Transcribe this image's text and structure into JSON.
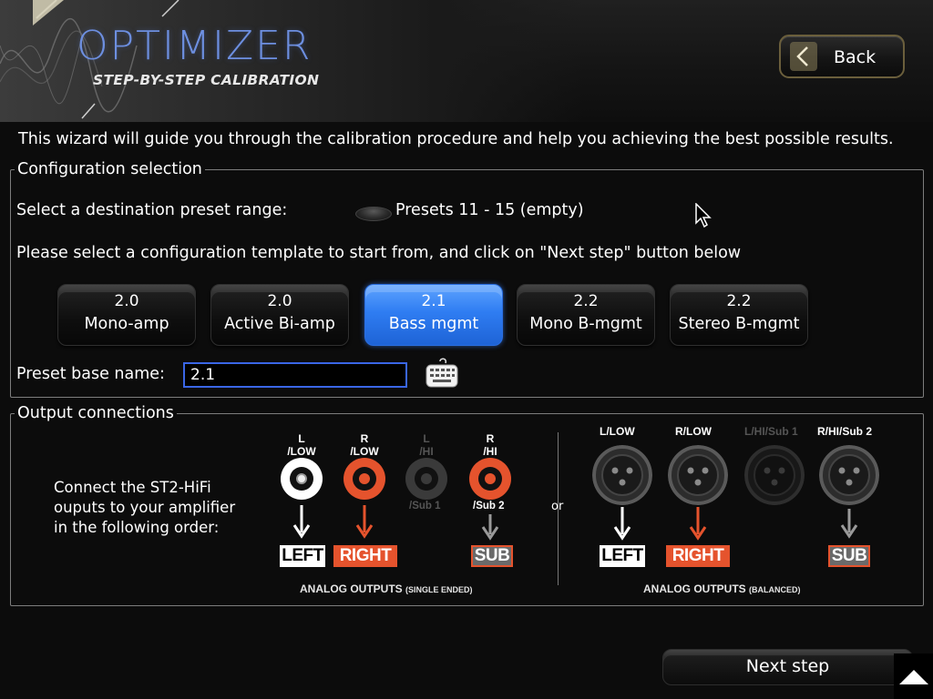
{
  "header": {
    "title": "OPTIMIZER",
    "subtitle": "STEP-BY-STEP CALIBRATION",
    "back_label": "Back"
  },
  "intro": "This wizard will guide you through the calibration procedure and help you achieving the best possible results.",
  "config": {
    "legend": "Configuration selection",
    "destination_label": "Select a destination preset range:",
    "destination_value": "Presets 11 - 15 (empty)",
    "template_prompt": "Please select a configuration template to start from, and click on \"Next step\" button below",
    "templates": [
      {
        "code": "2.0",
        "name": "Mono-amp",
        "selected": false
      },
      {
        "code": "2.0",
        "name": "Active Bi-amp",
        "selected": false
      },
      {
        "code": "2.1",
        "name": "Bass mgmt",
        "selected": true
      },
      {
        "code": "2.2",
        "name": "Mono B-mgmt",
        "selected": false
      },
      {
        "code": "2.2",
        "name": "Stereo B-mgmt",
        "selected": false
      }
    ],
    "preset_name_label": "Preset base name:",
    "preset_name_value": "2.1"
  },
  "outputs": {
    "legend": "Output connections",
    "instruction": "Connect the  ST2-HiFi\nouputs to your amplifier\nin the following order:",
    "or_label": "or",
    "single_ended": {
      "caption_main": "ANALOG OUTPUTS",
      "caption_small": "(SINGLE ENDED)",
      "jacks": [
        {
          "top": "L\n/LOW",
          "sub": "",
          "color": "#ffffff",
          "active": true,
          "label": "LEFT"
        },
        {
          "top": "R\n/LOW",
          "sub": "",
          "color": "#e5532d",
          "active": true,
          "label": "RIGHT"
        },
        {
          "top": "L\n/HI",
          "sub": "/Sub 1",
          "color": "#444444",
          "active": false,
          "label": ""
        },
        {
          "top": "R\n/HI",
          "sub": "/Sub 2",
          "color": "#e5532d",
          "active": true,
          "label": "SUB"
        }
      ]
    },
    "balanced": {
      "caption_main": "ANALOG OUTPUTS",
      "caption_small": "(BALANCED)",
      "jacks": [
        {
          "top": "L/LOW",
          "active": true,
          "label": "LEFT"
        },
        {
          "top": "R/LOW",
          "active": true,
          "label": "RIGHT"
        },
        {
          "top": "L/HI/Sub 1",
          "active": false,
          "label": ""
        },
        {
          "top": "R/HI/Sub 2",
          "active": true,
          "label": "SUB"
        }
      ]
    }
  },
  "footer": {
    "next_label": "Next step"
  },
  "colors": {
    "accent_blue": "#2f7df2",
    "brand_blue": "#6d8fe0",
    "output_red": "#e5532d",
    "input_border": "#3a66e6"
  }
}
